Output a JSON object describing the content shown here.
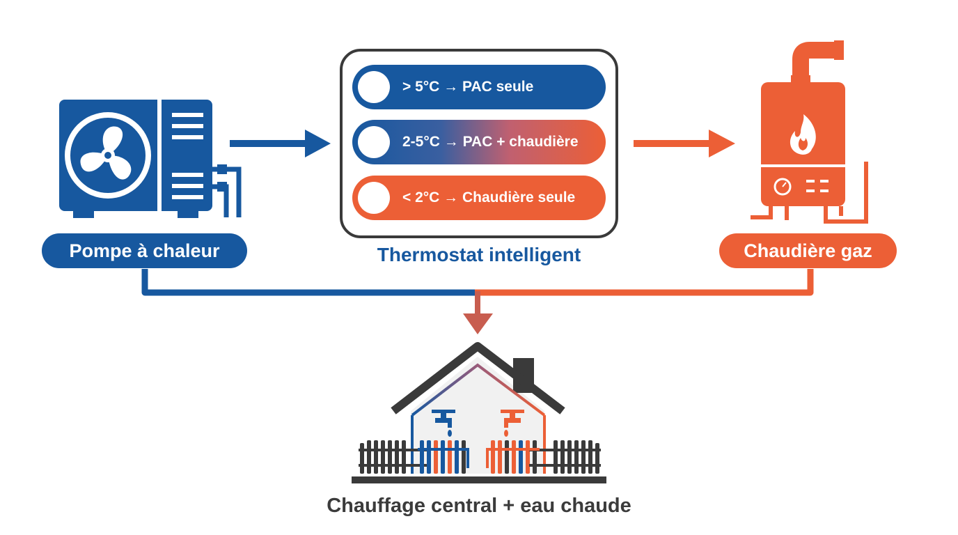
{
  "heat_pump": {
    "label": "Pompe à chaleur",
    "icon": "heat-pump-outdoor-unit-icon",
    "color": "#17589f"
  },
  "thermostat": {
    "title": "Thermostat intelligent",
    "modes": [
      {
        "label": "> 5°C → PAC seule"
      },
      {
        "label": "2-5°C → PAC + chaudière"
      },
      {
        "label": "< 2°C → Chaudière seule"
      }
    ]
  },
  "boiler": {
    "label": "Chaudière gaz",
    "icon": "gas-boiler-icon",
    "color": "#ec5f36"
  },
  "house": {
    "label": "Chauffage central + eau chaude",
    "icon": "house-radiators-icon"
  },
  "colors": {
    "blue": "#17589f",
    "orange": "#ec5f36",
    "dark": "#3a3a3a"
  }
}
